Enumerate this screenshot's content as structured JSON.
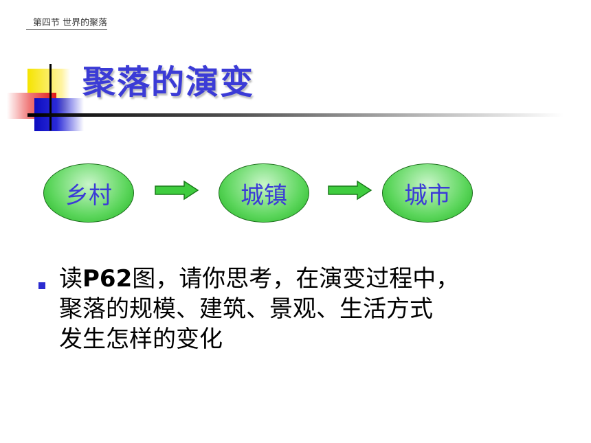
{
  "header": {
    "section": "第四节  世界的聚落"
  },
  "title": "聚落的演变",
  "flow": {
    "stages": [
      "乡村",
      "城镇",
      "城市"
    ],
    "oval_color": "#3fcc3f",
    "arrow_color": "#3fcc3f",
    "text_color": "#3b3bd6"
  },
  "bullet": {
    "prefix": "读",
    "bold_part": "P62",
    "line1_rest": "图，请你思考，在演变过程中，",
    "line2": "聚落的规模、建筑、景观、生活方式",
    "line3": "发生怎样的变化"
  }
}
